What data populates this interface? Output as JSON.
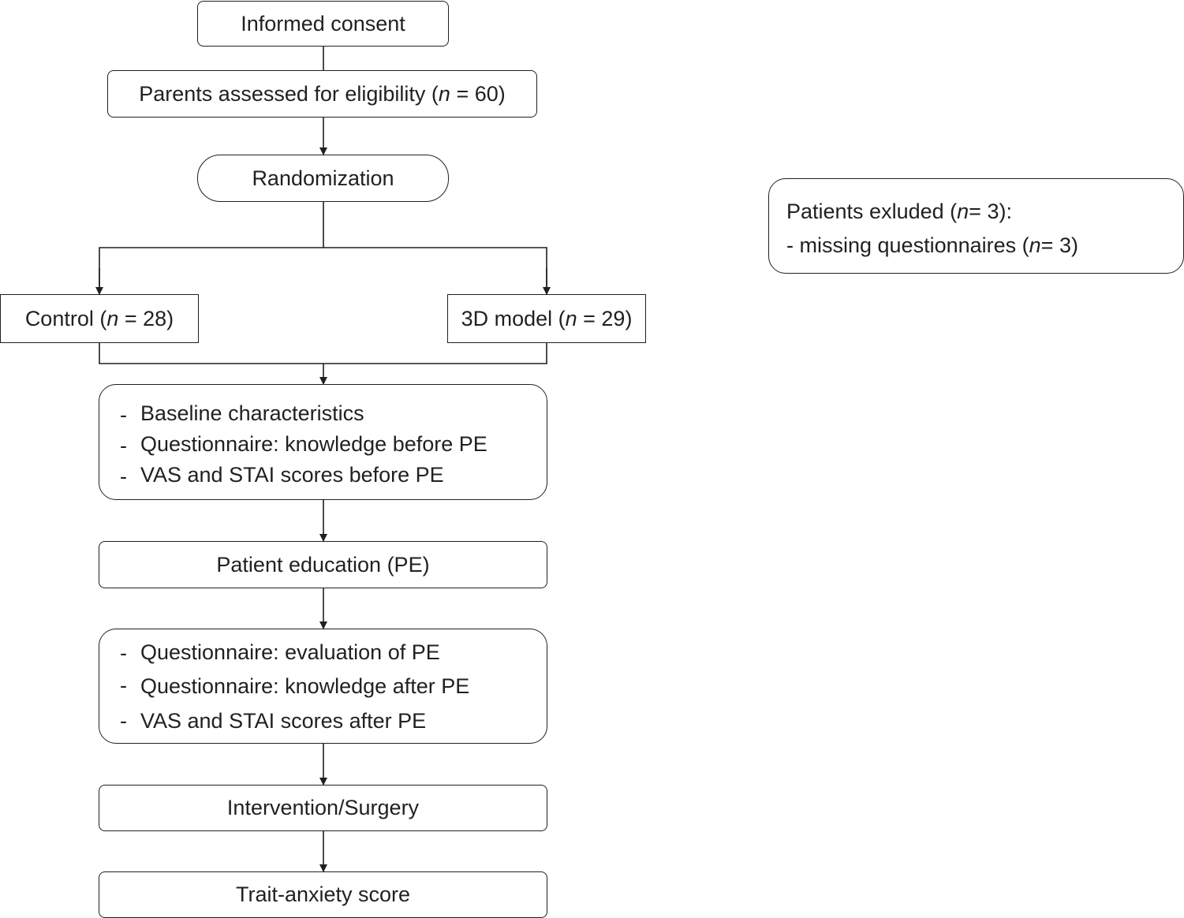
{
  "flow": {
    "consent": "Informed consent",
    "eligibility": {
      "prefix": "Parents assessed for eligibility (",
      "n": "n",
      "suffix": " = 60)"
    },
    "randomization": "Randomization",
    "control": {
      "prefix": "Control (",
      "n": "n",
      "suffix": " = 28)"
    },
    "model3d": {
      "prefix": "3D model (",
      "n": "n",
      "suffix": " = 29)"
    },
    "before": {
      "items": [
        "Baseline characteristics",
        "Questionnaire: knowledge before PE",
        "VAS and STAI scores before PE"
      ]
    },
    "education": "Patient education (PE)",
    "after": {
      "items": [
        "Questionnaire: evaluation of PE",
        "Questionnaire: knowledge after PE",
        "VAS and STAI scores after PE"
      ]
    },
    "intervention": "Intervention/Surgery",
    "trait": "Trait-anxiety score",
    "dash": "-"
  },
  "excluded": {
    "line1": {
      "prefix": "Patients exluded (",
      "n": "n",
      "suffix": " = 3):"
    },
    "line2": {
      "prefix": "- missing questionnaires (",
      "n": "n",
      "suffix": " = 3)"
    }
  }
}
